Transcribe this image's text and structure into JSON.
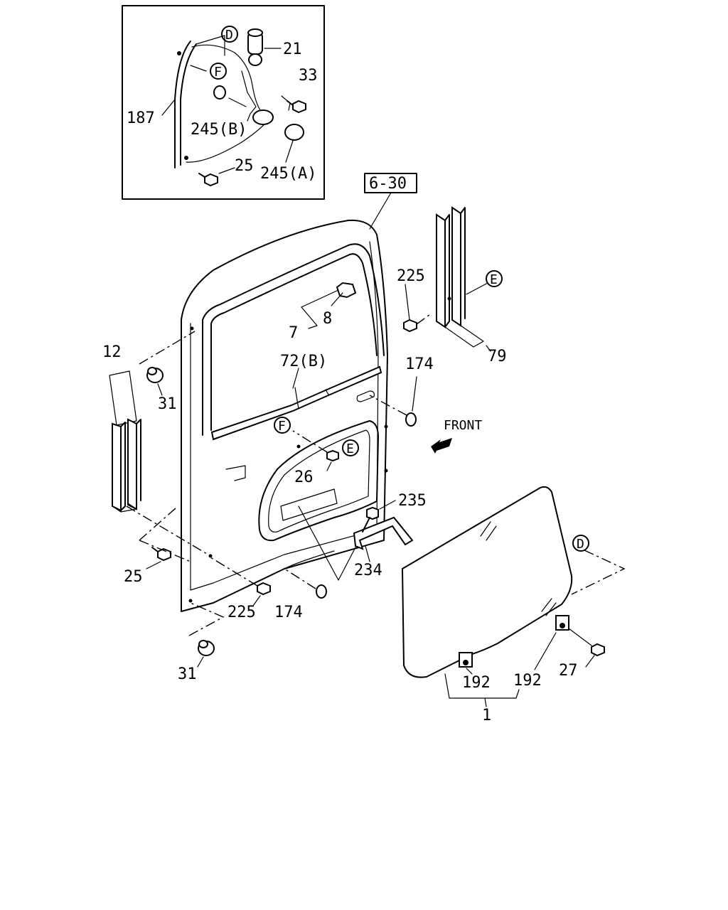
{
  "labels": {
    "l187": "187",
    "l21": "21",
    "l33": "33",
    "l245b": "245(B)",
    "l25a": "25",
    "l245a": "245(A)",
    "l630": "6-30",
    "l225a": "225",
    "l79": "79",
    "l12": "12",
    "l7": "7",
    "l8": "8",
    "l72b": "72(B)",
    "l174a": "174",
    "l31a": "31",
    "front": "FRONT",
    "l26": "26",
    "l235": "235",
    "l234": "234",
    "l25b": "25",
    "l225b": "225",
    "l174b": "174",
    "l31b": "31",
    "l192a": "192",
    "l192b": "192",
    "l27": "27",
    "l1": "1"
  },
  "callouts": {
    "d1": "D",
    "f1": "F",
    "e1": "E",
    "f2": "F",
    "e2": "E",
    "d2": "D"
  }
}
